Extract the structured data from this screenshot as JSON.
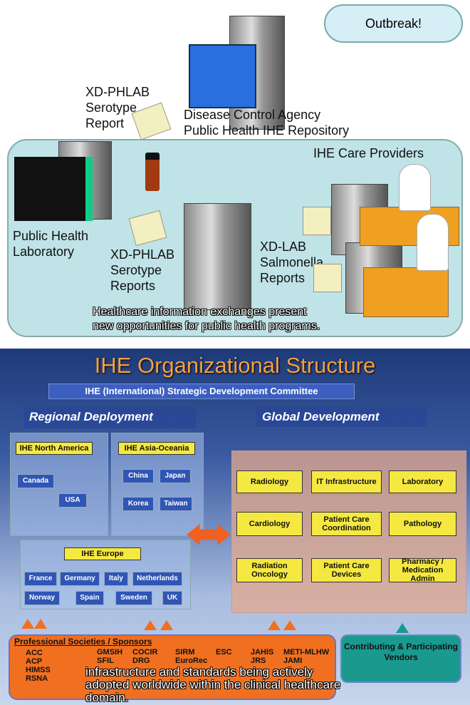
{
  "top_slide": {
    "cloud": "Outbreak!",
    "report_label": [
      "XD-PHLAB",
      "Serotype",
      "Report"
    ],
    "agency": [
      "Disease Control Agency",
      "Public Health IHE Repository"
    ],
    "care_providers": "IHE Care Providers",
    "lab": [
      "Public Health",
      "Laboratory"
    ],
    "reports_left": [
      "XD-PHLAB",
      "Serotype",
      "Reports"
    ],
    "reports_right": [
      "XD-LAB",
      "Salmonella",
      "Reports"
    ],
    "caption": [
      "Healthcare information exchanges present",
      "new opportunities for public health programs."
    ]
  },
  "bottom_slide": {
    "title": "IHE Organizational Structure",
    "committee": "IHE (International) Strategic Development Committee",
    "regional": "Regional Deployment",
    "global": "Global Development",
    "north_america": {
      "label": "IHE North America",
      "countries": [
        "Canada",
        "USA"
      ]
    },
    "asia": {
      "label": "IHE Asia-Oceania",
      "countries": [
        "China",
        "Japan",
        "Korea",
        "Taiwan"
      ]
    },
    "europe": {
      "label": "IHE Europe",
      "countries": [
        "France",
        "Germany",
        "Italy",
        "Netherlands",
        "Norway",
        "Spain",
        "Sweden",
        "UK"
      ]
    },
    "domains": [
      "Radiology",
      "IT Infrastructure",
      "Laboratory",
      "Cardiology",
      "Patient Care Coordination",
      "Pathology",
      "Radiation Oncology",
      "Patient Care Devices",
      "Pharmacy / Medication Admin"
    ],
    "societies_title": "Professional Societies / Sponsors",
    "societies": [
      "ACC",
      "ACP",
      "HIMSS",
      "RSNA",
      "GMSIH",
      "SFIL",
      "COCIR",
      "DRG",
      "SIRM",
      "EuroRec",
      "ESC",
      "JAHIS",
      "JRS",
      "METI-MLHW",
      "JAMI"
    ],
    "vendors": "Contributing & Participating Vendors",
    "caption": [
      "infrastructure and standards being actively",
      "adopted worldwide within the clinical healthcare",
      "domain."
    ]
  }
}
